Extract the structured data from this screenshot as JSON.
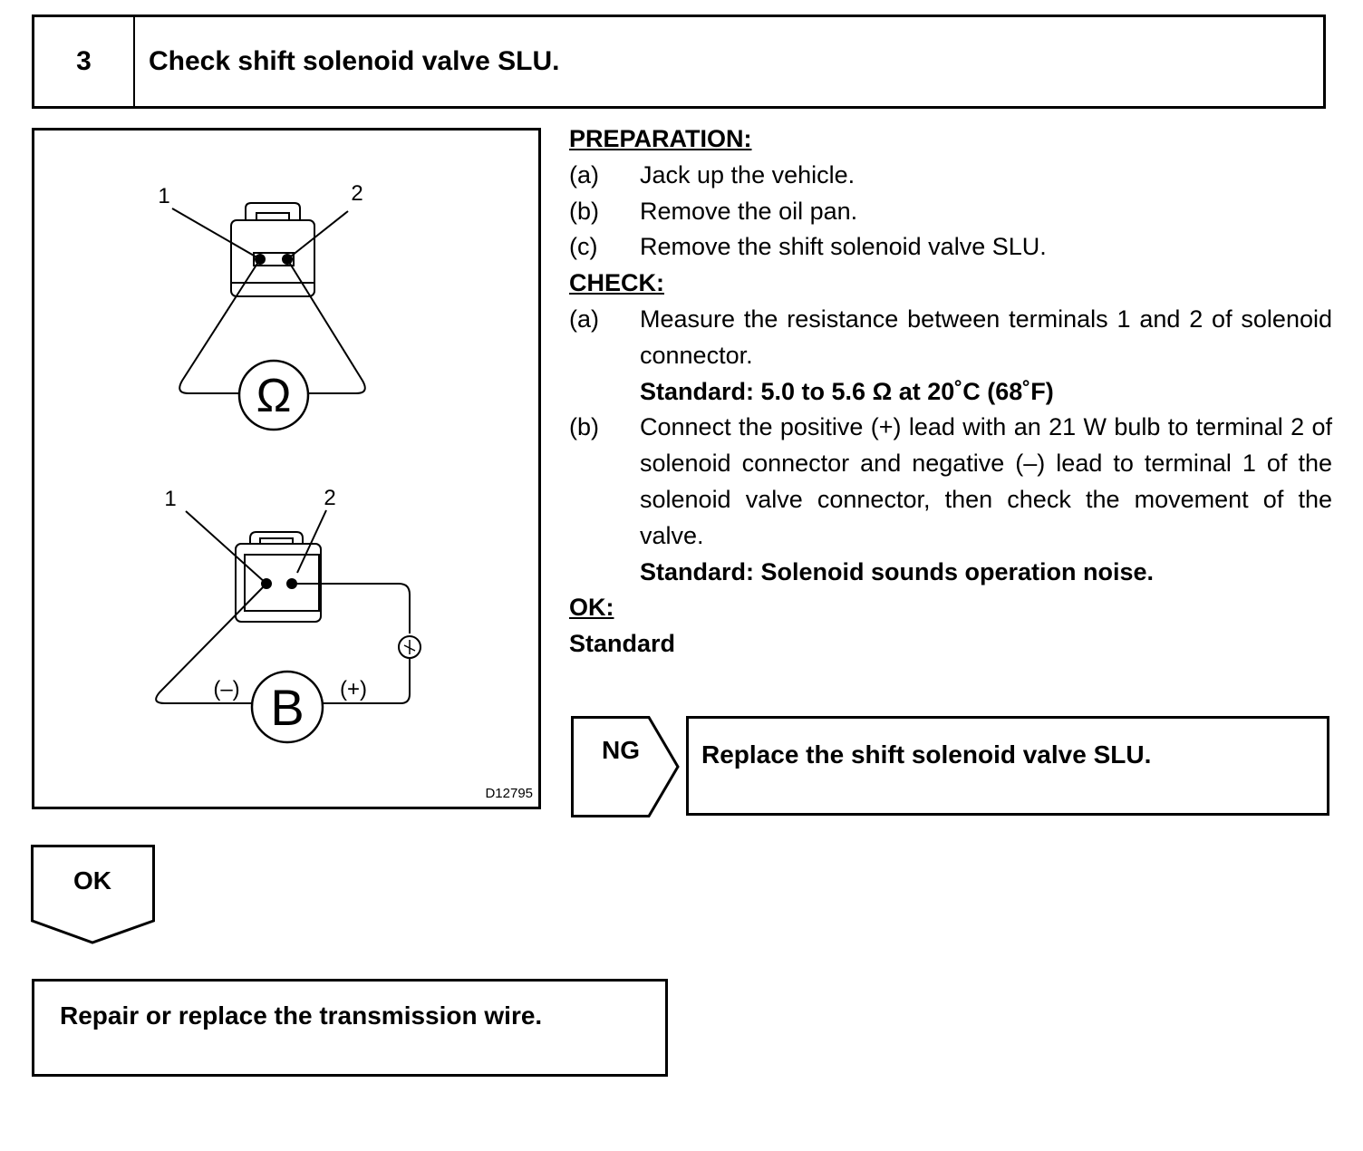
{
  "header": {
    "step_number": "3",
    "title": "Check shift solenoid valve SLU."
  },
  "figure": {
    "code": "D12795",
    "top_diagram": {
      "terminal_1": "1",
      "terminal_2": "2",
      "meter_symbol": "Ω"
    },
    "bottom_diagram": {
      "terminal_1": "1",
      "terminal_2": "2",
      "battery_symbol": "B",
      "negative_label": "(–)",
      "positive_label": "(+)"
    }
  },
  "preparation": {
    "heading": "PREPARATION:",
    "steps": [
      {
        "letter": "(a)",
        "text": "Jack up the vehicle."
      },
      {
        "letter": "(b)",
        "text": "Remove the oil pan."
      },
      {
        "letter": "(c)",
        "text": "Remove the shift solenoid valve SLU."
      }
    ]
  },
  "check": {
    "heading": "CHECK:",
    "step_a": {
      "letter": "(a)",
      "text": "Measure the resistance between terminals 1 and 2 of solenoid connector.",
      "standard": "Standard: 5.0 to 5.6 Ω at 20˚C (68˚F)"
    },
    "step_b": {
      "letter": "(b)",
      "text": "Connect the positive (+) lead with an 21 W bulb to terminal 2 of solenoid connector and negative (–) lead to terminal 1 of the solenoid valve connector, then check the movement of the valve.",
      "standard": "Standard: Solenoid sounds operation noise."
    }
  },
  "ok_section": {
    "heading": "OK:",
    "value": "Standard"
  },
  "ng_branch": {
    "label": "NG",
    "result": "Replace the shift solenoid valve SLU."
  },
  "ok_branch": {
    "label": "OK",
    "result": "Repair or replace the transmission wire."
  }
}
